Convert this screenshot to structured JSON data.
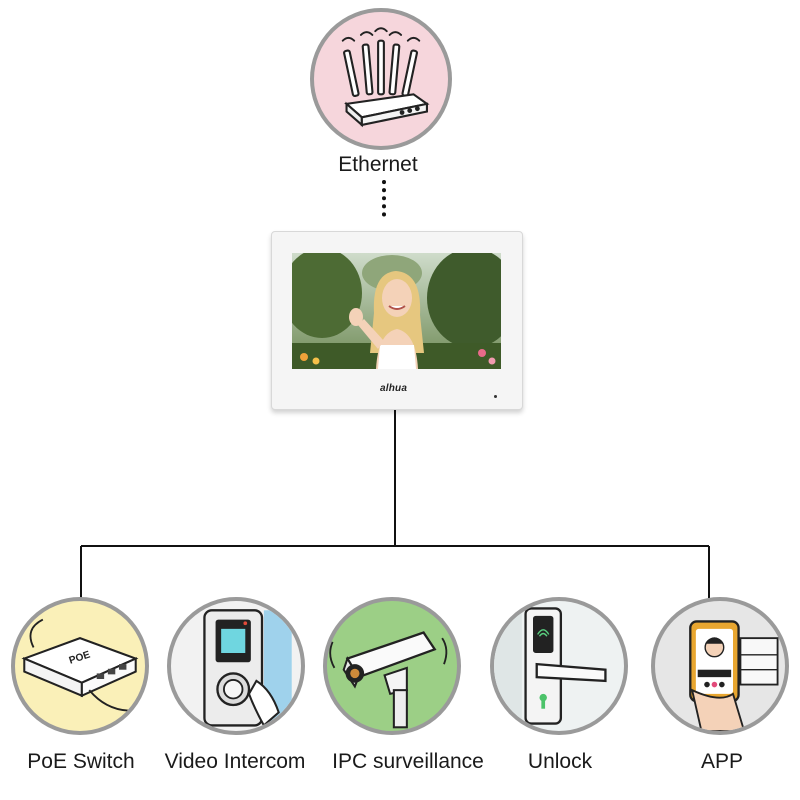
{
  "top_node": {
    "label": "Ethernet",
    "icon": "router-icon",
    "bg": "#f6d6dc"
  },
  "monitor": {
    "brand": "alhua",
    "screen_icon": "person-waving-image",
    "bezel": "#f4f4f4"
  },
  "devices": [
    {
      "id": "poe-switch",
      "label": "PoE Switch",
      "icon": "poe-switch-icon",
      "bg": "#faf0b8",
      "badge": "POE"
    },
    {
      "id": "video-intercom",
      "label": "Video Intercom",
      "icon": "intercom-icon",
      "bg": "#f2f2f2"
    },
    {
      "id": "ipc-surveillance",
      "label": "IPC surveillance",
      "icon": "cctv-camera-icon",
      "bg": "#9ccf86"
    },
    {
      "id": "unlock",
      "label": "Unlock",
      "icon": "smart-lock-icon",
      "bg": "#eef2f2"
    },
    {
      "id": "app",
      "label": "APP",
      "icon": "smartphone-app-icon",
      "bg": "#e6e6e6"
    }
  ],
  "colors": {
    "line": "#111111",
    "ring": "#9a9a9a"
  }
}
